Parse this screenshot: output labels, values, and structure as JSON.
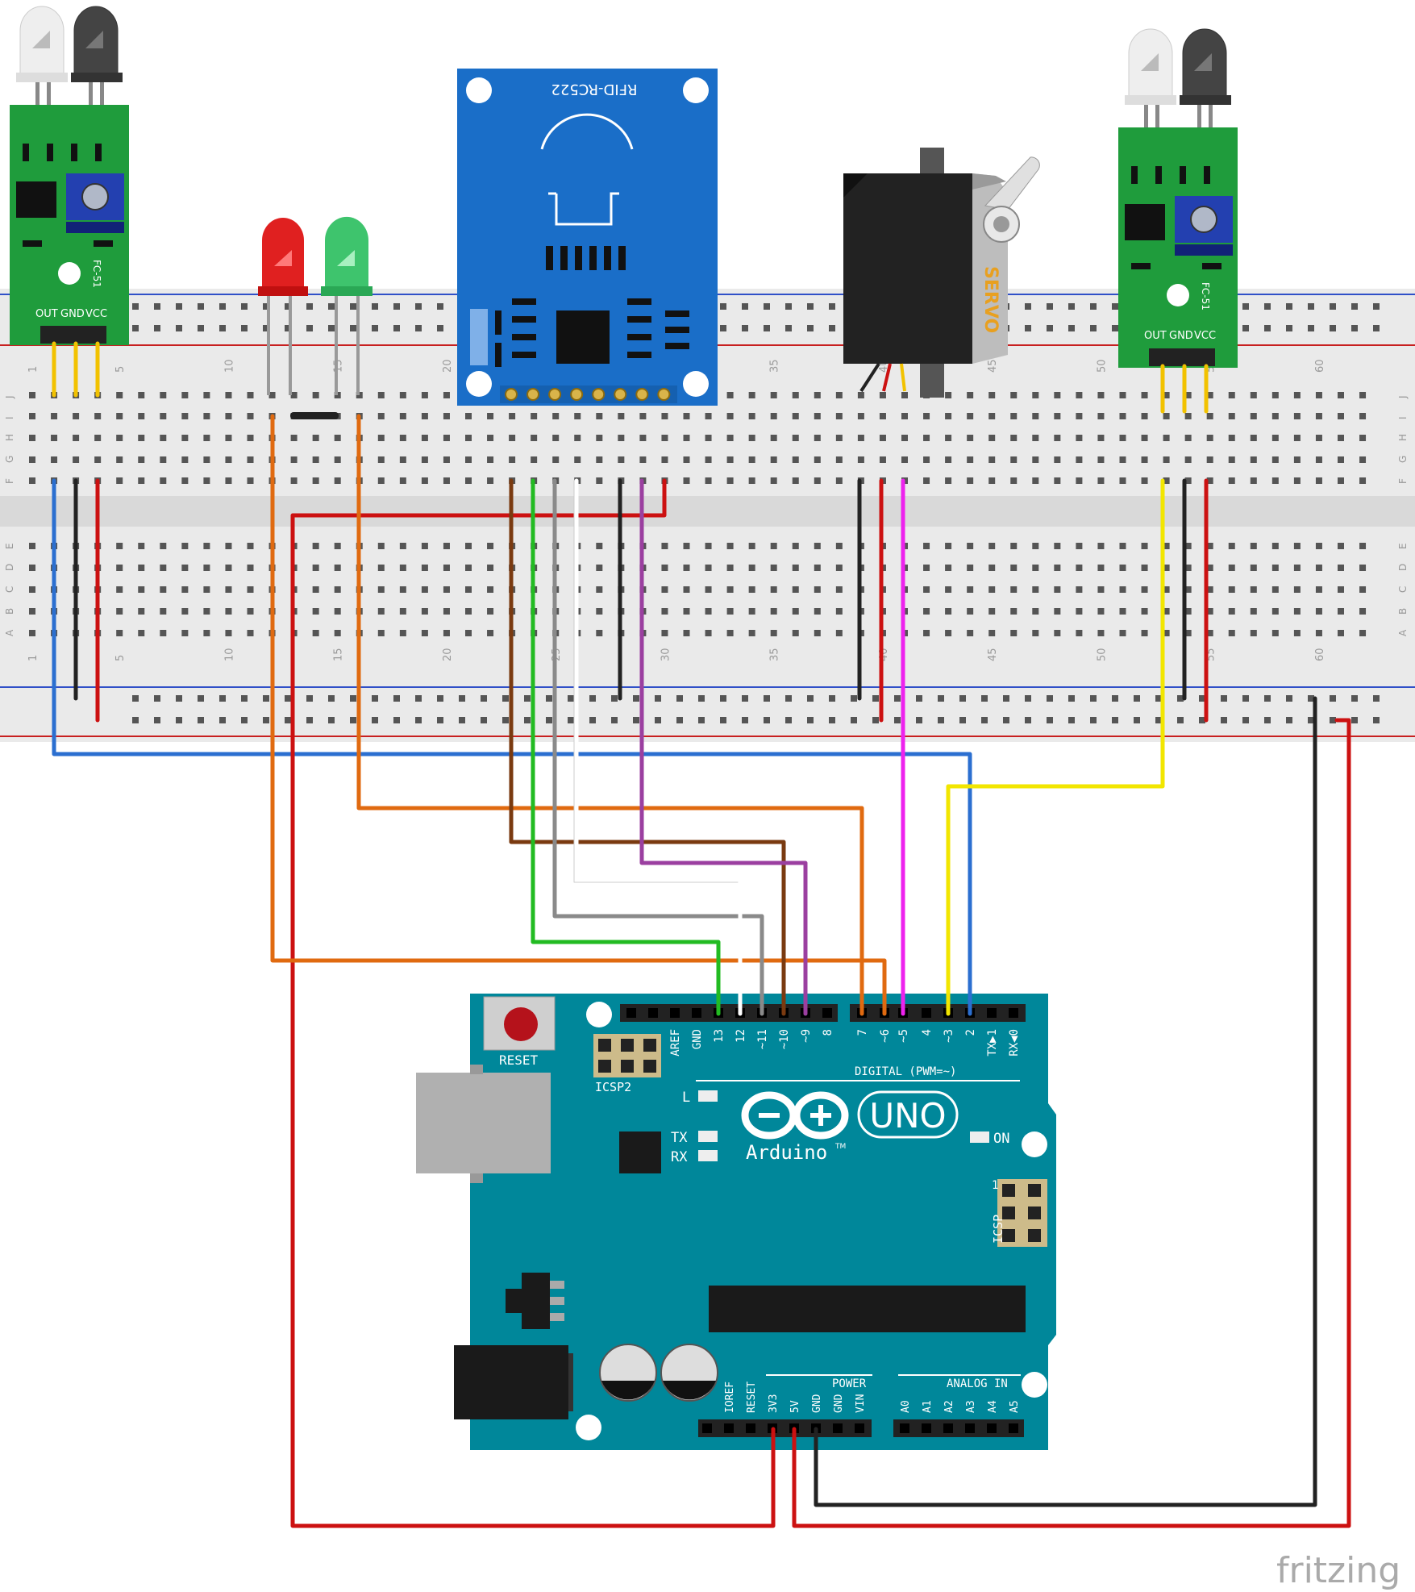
{
  "watermark": "fritzing",
  "breadboard": {
    "column_numbers": [
      "1",
      "5",
      "10",
      "15",
      "20",
      "25",
      "30",
      "35",
      "40",
      "45",
      "50",
      "55",
      "60"
    ],
    "row_letters_top": [
      "J",
      "I",
      "H",
      "G",
      "F"
    ],
    "row_letters_bottom": [
      "E",
      "D",
      "C",
      "B",
      "A"
    ]
  },
  "ir_sensor_left": {
    "model": "FC-51",
    "pin_labels": [
      "OUT",
      "GND",
      "VCC"
    ]
  },
  "ir_sensor_right": {
    "model": "FC-51",
    "pin_labels": [
      "OUT",
      "GND",
      "VCC"
    ]
  },
  "rfid": {
    "label": "RFID-RC522"
  },
  "servo": {
    "label": "SERVO"
  },
  "leds": [
    {
      "color": "red",
      "hex": "#e02020"
    },
    {
      "color": "green",
      "hex": "#3ec46d"
    }
  ],
  "arduino": {
    "brand": "Arduino",
    "tm": "TM",
    "model": "UNO",
    "reset_label": "RESET",
    "icsp2_label": "ICSP2",
    "icsp_label": "ICSP",
    "icsp_pin1": "1",
    "led_l": "L",
    "led_tx": "TX",
    "led_rx": "RX",
    "led_on": "ON",
    "digital_label": "DIGITAL (PWM=~)",
    "power_label": "POWER",
    "analog_label": "ANALOG IN",
    "digital_pins": [
      "AREF",
      "GND",
      "13",
      "12",
      "~11",
      "~10",
      "~9",
      "8",
      "7",
      "~6",
      "~5",
      "4",
      "~3",
      "2",
      "TX▶1",
      "RX◀0"
    ],
    "power_pins": [
      "IOREF",
      "RESET",
      "3V3",
      "5V",
      "GND",
      "GND",
      "VIN"
    ],
    "analog_pins": [
      "A0",
      "A1",
      "A2",
      "A3",
      "A4",
      "A5"
    ]
  },
  "colors": {
    "arduino_board": "#00879a",
    "breadboard": "#eaeaea",
    "rfid_board": "#1a6ec8",
    "sensor_board": "#1f9c3c",
    "wire_red": "#cc1111",
    "wire_black": "#222222",
    "wire_blue": "#2b6fd0",
    "wire_orange": "#e06a10",
    "wire_brown": "#7a3a10",
    "wire_green": "#22bb22",
    "wire_gray": "#8a8a8a",
    "wire_white": "#ffffff",
    "wire_purple": "#9b3fa0",
    "wire_magenta": "#ee22ee",
    "wire_yellow": "#f2e600"
  }
}
